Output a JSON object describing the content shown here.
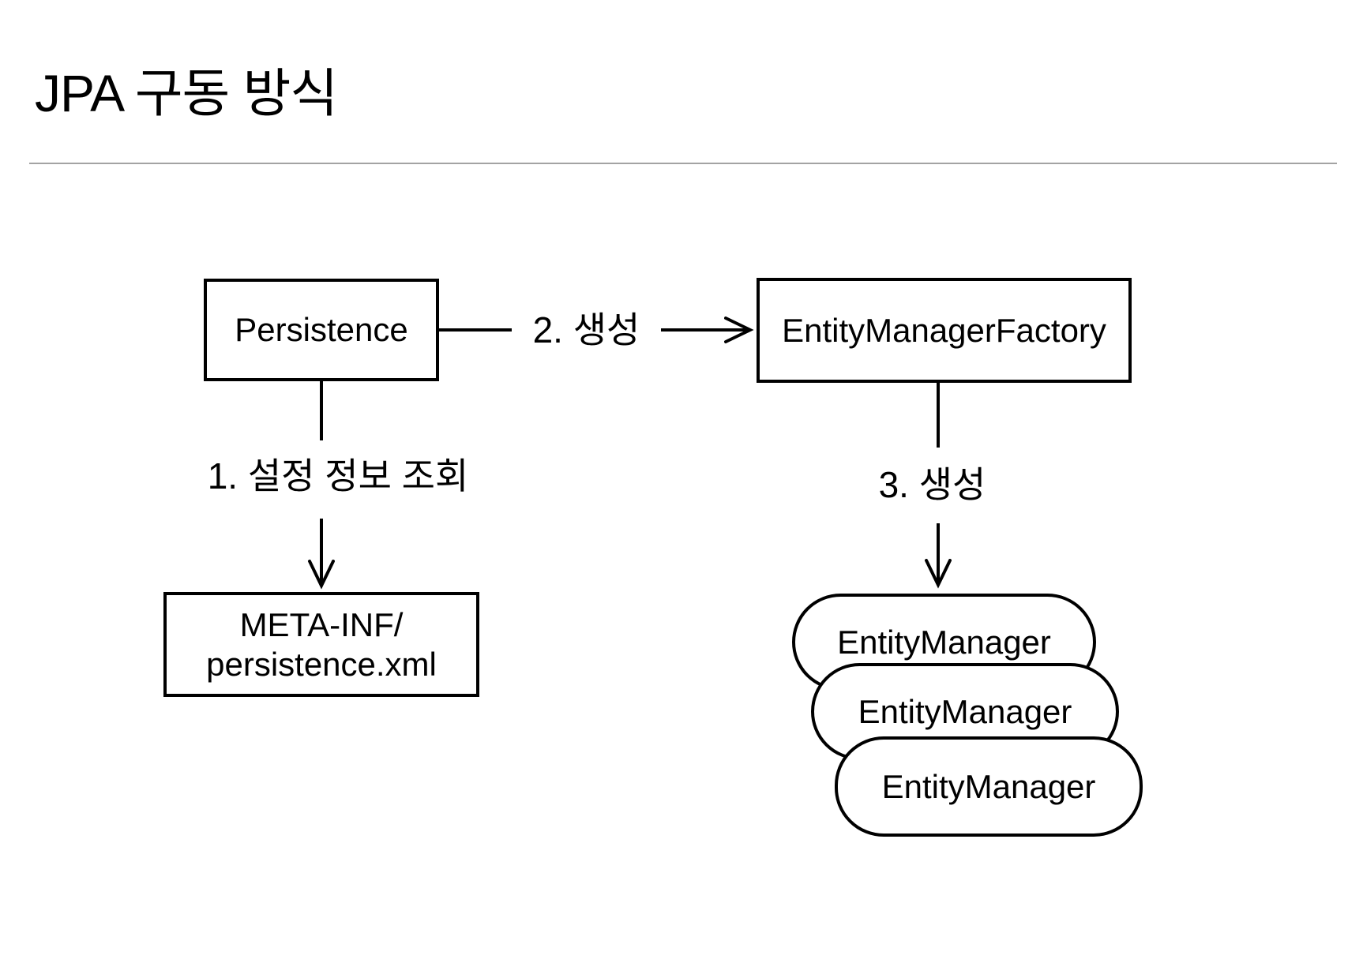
{
  "slide": {
    "title": "JPA 구동 방식"
  },
  "diagram": {
    "boxes": {
      "persistence": "Persistence",
      "entity_manager_factory": "EntityManagerFactory",
      "meta_inf": {
        "line1": "META-INF/",
        "line2": "persistence.xml"
      },
      "entity_managers": [
        "EntityManager",
        "EntityManager",
        "EntityManager"
      ]
    },
    "arrows": {
      "step1": "1. 설정 정보 조회",
      "step2": "2. 생성",
      "step3": "3. 생성"
    }
  },
  "colors": {
    "background": "#ffffff",
    "text": "#000000",
    "shape_border": "#000000",
    "divider": "#a3a3a3"
  }
}
